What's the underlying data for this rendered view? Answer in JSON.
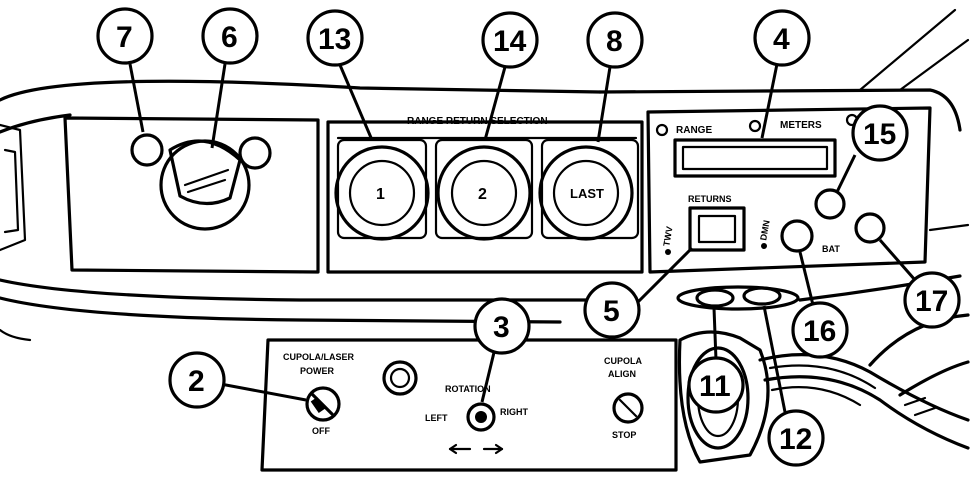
{
  "panel_labels": {
    "range_return_selection": "RANGE RETURN SELECTION",
    "range": "RANGE",
    "meters": "METERS",
    "returns": "RETURNS",
    "twv": "TWV",
    "dmn": "DMN",
    "bat": "BAT",
    "cupola_laser": "CUPOLA/LASER",
    "power": "POWER",
    "off": "OFF",
    "rotation": "ROTATION",
    "left": "LEFT",
    "right": "RIGHT",
    "cupola": "CUPOLA",
    "align": "ALIGN",
    "stop": "STOP"
  },
  "buttons": {
    "b1": "1",
    "b2": "2",
    "last": "LAST"
  },
  "callouts": {
    "c2": "2",
    "c3": "3",
    "c4": "4",
    "c5": "5",
    "c6": "6",
    "c7": "7",
    "c8": "8",
    "c11": "11",
    "c12": "12",
    "c13": "13",
    "c14": "14",
    "c15": "15",
    "c16": "16",
    "c17": "17"
  }
}
